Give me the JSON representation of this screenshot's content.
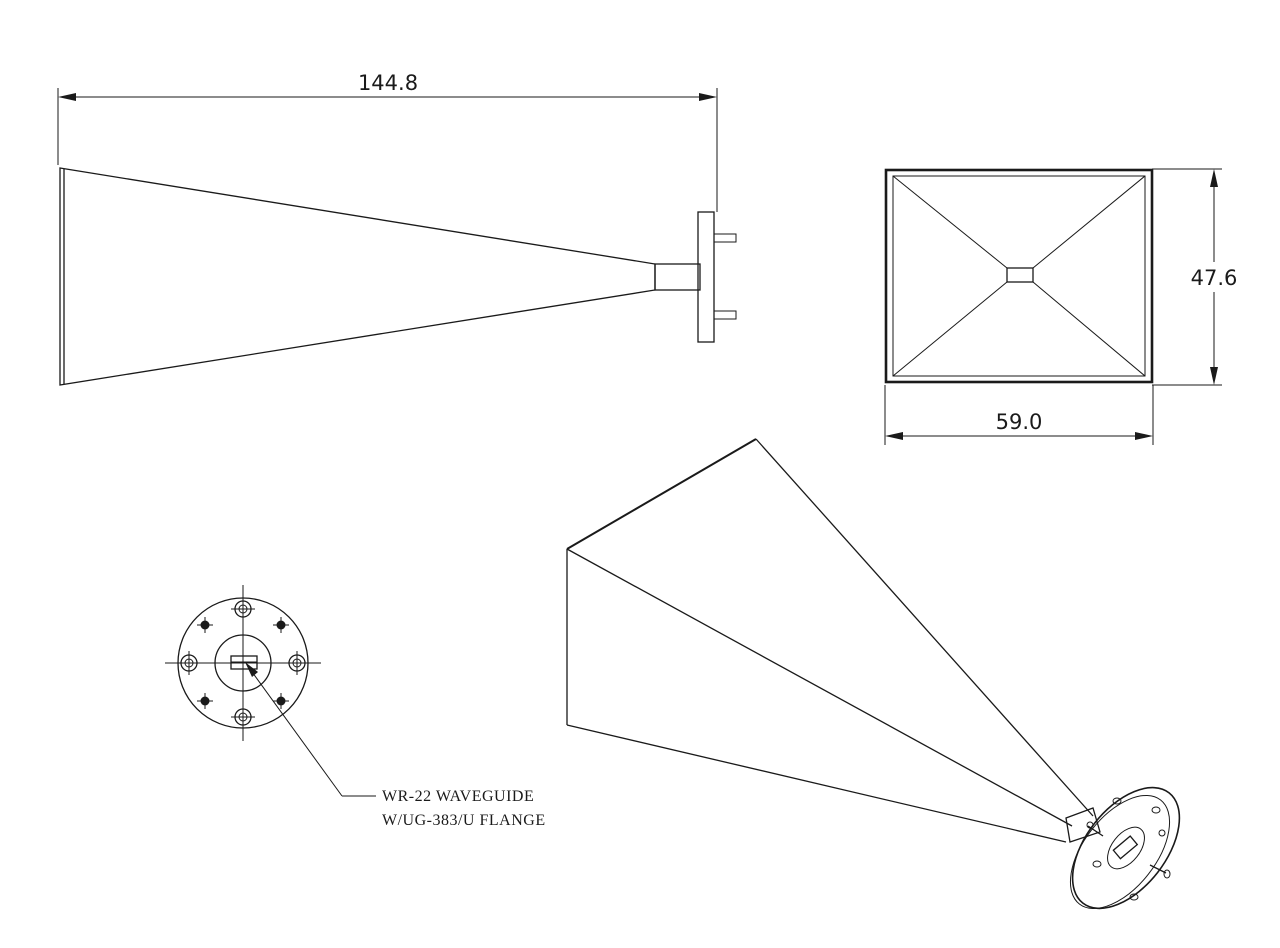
{
  "dimensions": {
    "length": "144.8",
    "aperture_height": "47.6",
    "aperture_width": "59.0"
  },
  "note": {
    "line1": "WR-22 WAVEGUIDE",
    "line2": "W/UG-383/U FLANGE"
  }
}
